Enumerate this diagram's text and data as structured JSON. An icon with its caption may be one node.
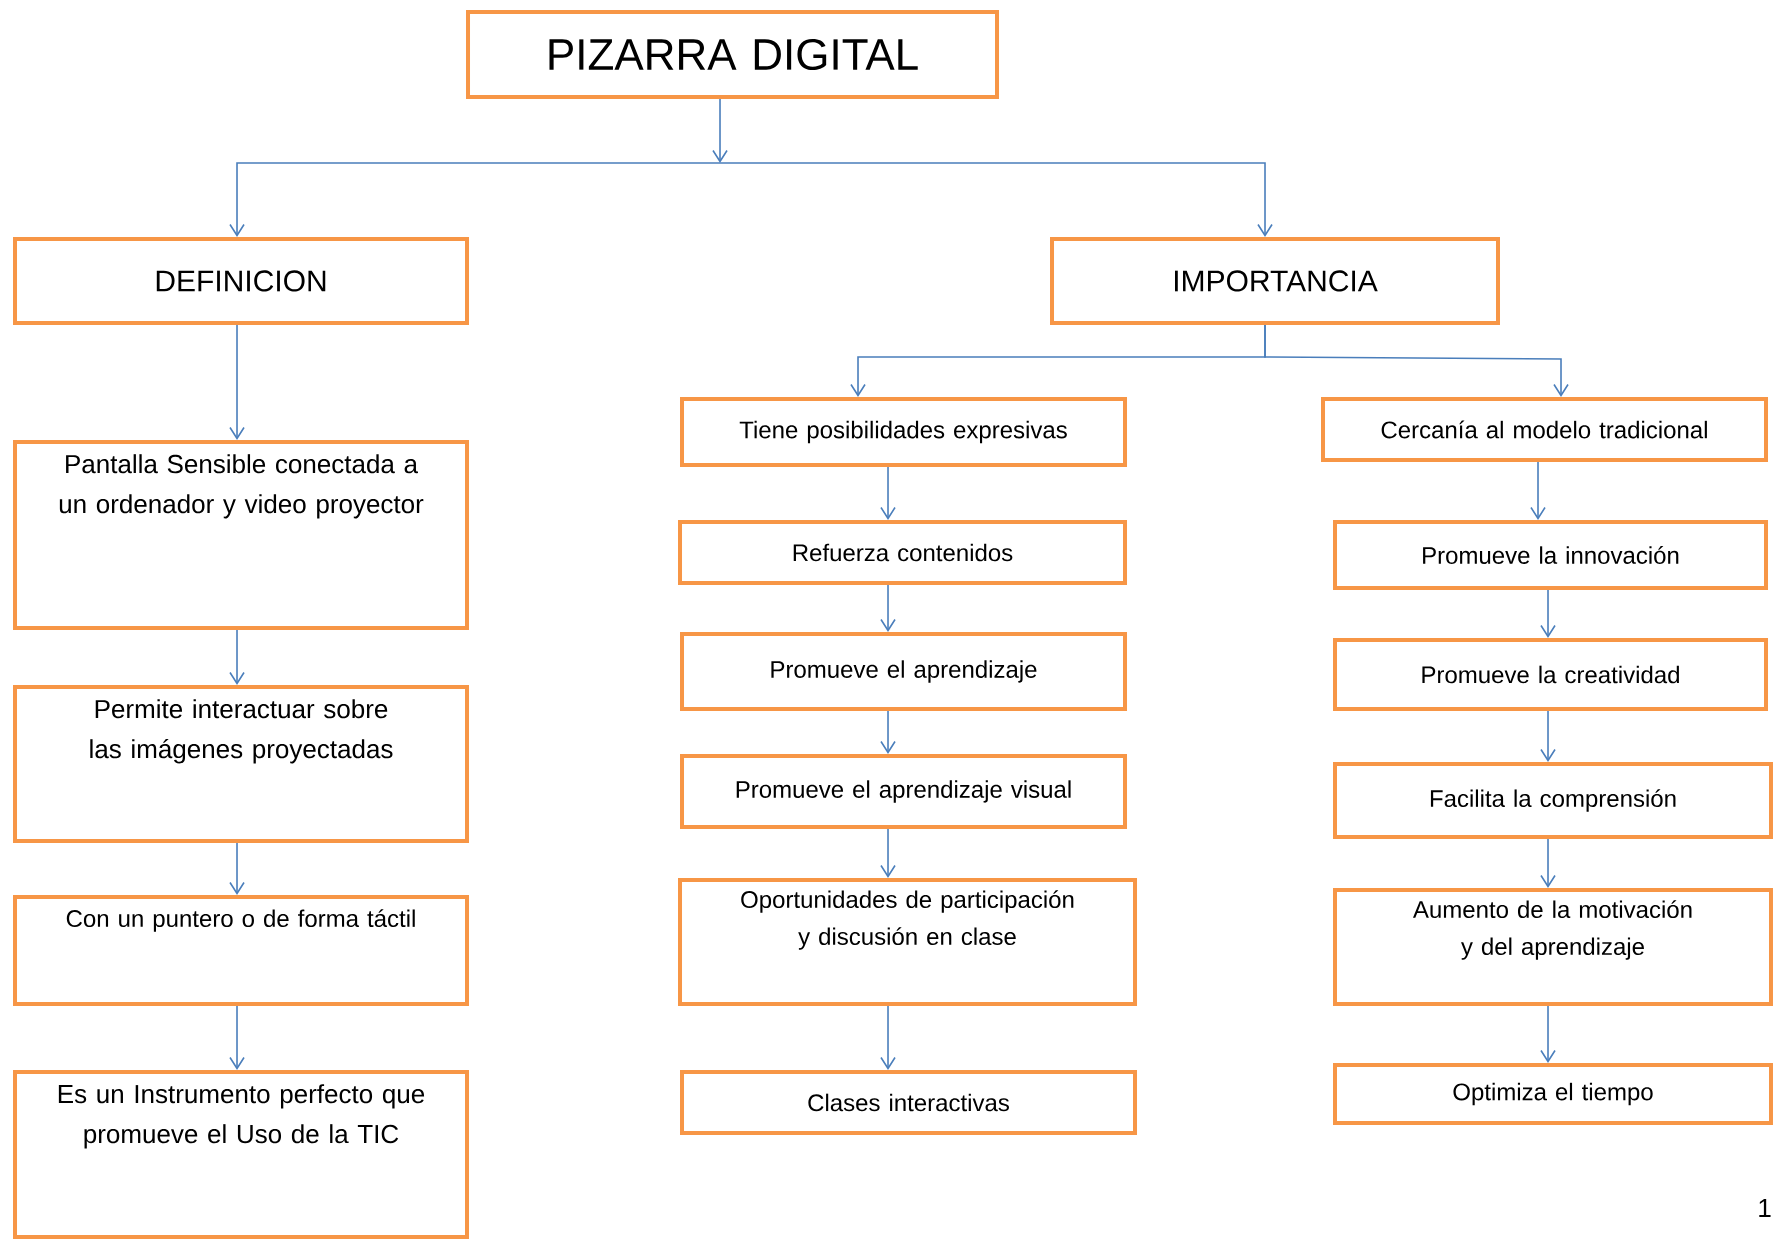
{
  "diagram": {
    "nodes": [
      {
        "text": [
          "PIZARRA DIGITAL"
        ]
      },
      {
        "text": [
          "DEFINICION"
        ]
      },
      {
        "text": [
          "IMPORTANCIA"
        ]
      },
      {
        "text": [
          "Pantalla Sensible conectada a un ordenador y video proyector"
        ]
      },
      {
        "text": [
          "Permite interactuar sobre las imágenes proyectadas"
        ]
      },
      {
        "text": [
          "Con un puntero o de forma táctil"
        ]
      },
      {
        "text": [
          "Es un Instrumento perfecto que promueve el Uso de la TIC"
        ]
      },
      {
        "text": [
          "Tiene posibilidades expresivas"
        ]
      },
      {
        "text": [
          "Refuerza contenidos"
        ]
      },
      {
        "text": [
          "Promueve el aprendizaje"
        ]
      },
      {
        "text": [
          "Promueve el aprendizaje visual"
        ]
      },
      {
        "text": [
          "Oportunidades de participación y discusión en clase"
        ]
      },
      {
        "text": [
          "Clases interactivas"
        ]
      },
      {
        "text": [
          "Cercanía al modelo tradicional"
        ]
      },
      {
        "text": [
          "Promueve la innovación"
        ]
      },
      {
        "text": [
          "Promueve la creatividad"
        ]
      },
      {
        "text": [
          "Facilita la comprensión"
        ]
      },
      {
        "text": [
          "Aumento de la motivación y del aprendizaje"
        ]
      },
      {
        "text": [
          "Optimiza el tiempo"
        ]
      }
    ],
    "edges": [
      {
        "from": 0,
        "to": 1,
        "arrow": "to"
      },
      {
        "from": 0,
        "to": 2,
        "arrow": "to"
      },
      {
        "from": 2,
        "to": 7,
        "arrow": "to"
      },
      {
        "from": 2,
        "to": 13,
        "arrow": "to"
      },
      {
        "from": 1,
        "to": 3,
        "arrow": "to"
      },
      {
        "from": 3,
        "to": 4,
        "arrow": "to"
      },
      {
        "from": 4,
        "to": 5,
        "arrow": "to"
      },
      {
        "from": 5,
        "to": 6,
        "arrow": "to"
      },
      {
        "from": 7,
        "to": 8,
        "arrow": "to"
      },
      {
        "from": 8,
        "to": 9,
        "arrow": "to"
      },
      {
        "from": 9,
        "to": 10,
        "arrow": "to"
      },
      {
        "from": 10,
        "to": 11,
        "arrow": "to"
      },
      {
        "from": 11,
        "to": 12,
        "arrow": "to"
      },
      {
        "from": 13,
        "to": 14,
        "arrow": "to"
      },
      {
        "from": 14,
        "to": 15,
        "arrow": "to"
      },
      {
        "from": 15,
        "to": 16,
        "arrow": "to"
      },
      {
        "from": 16,
        "to": 17,
        "arrow": "to"
      },
      {
        "from": 17,
        "to": 18,
        "arrow": "to"
      }
    ],
    "labels": [
      "1"
    ]
  }
}
